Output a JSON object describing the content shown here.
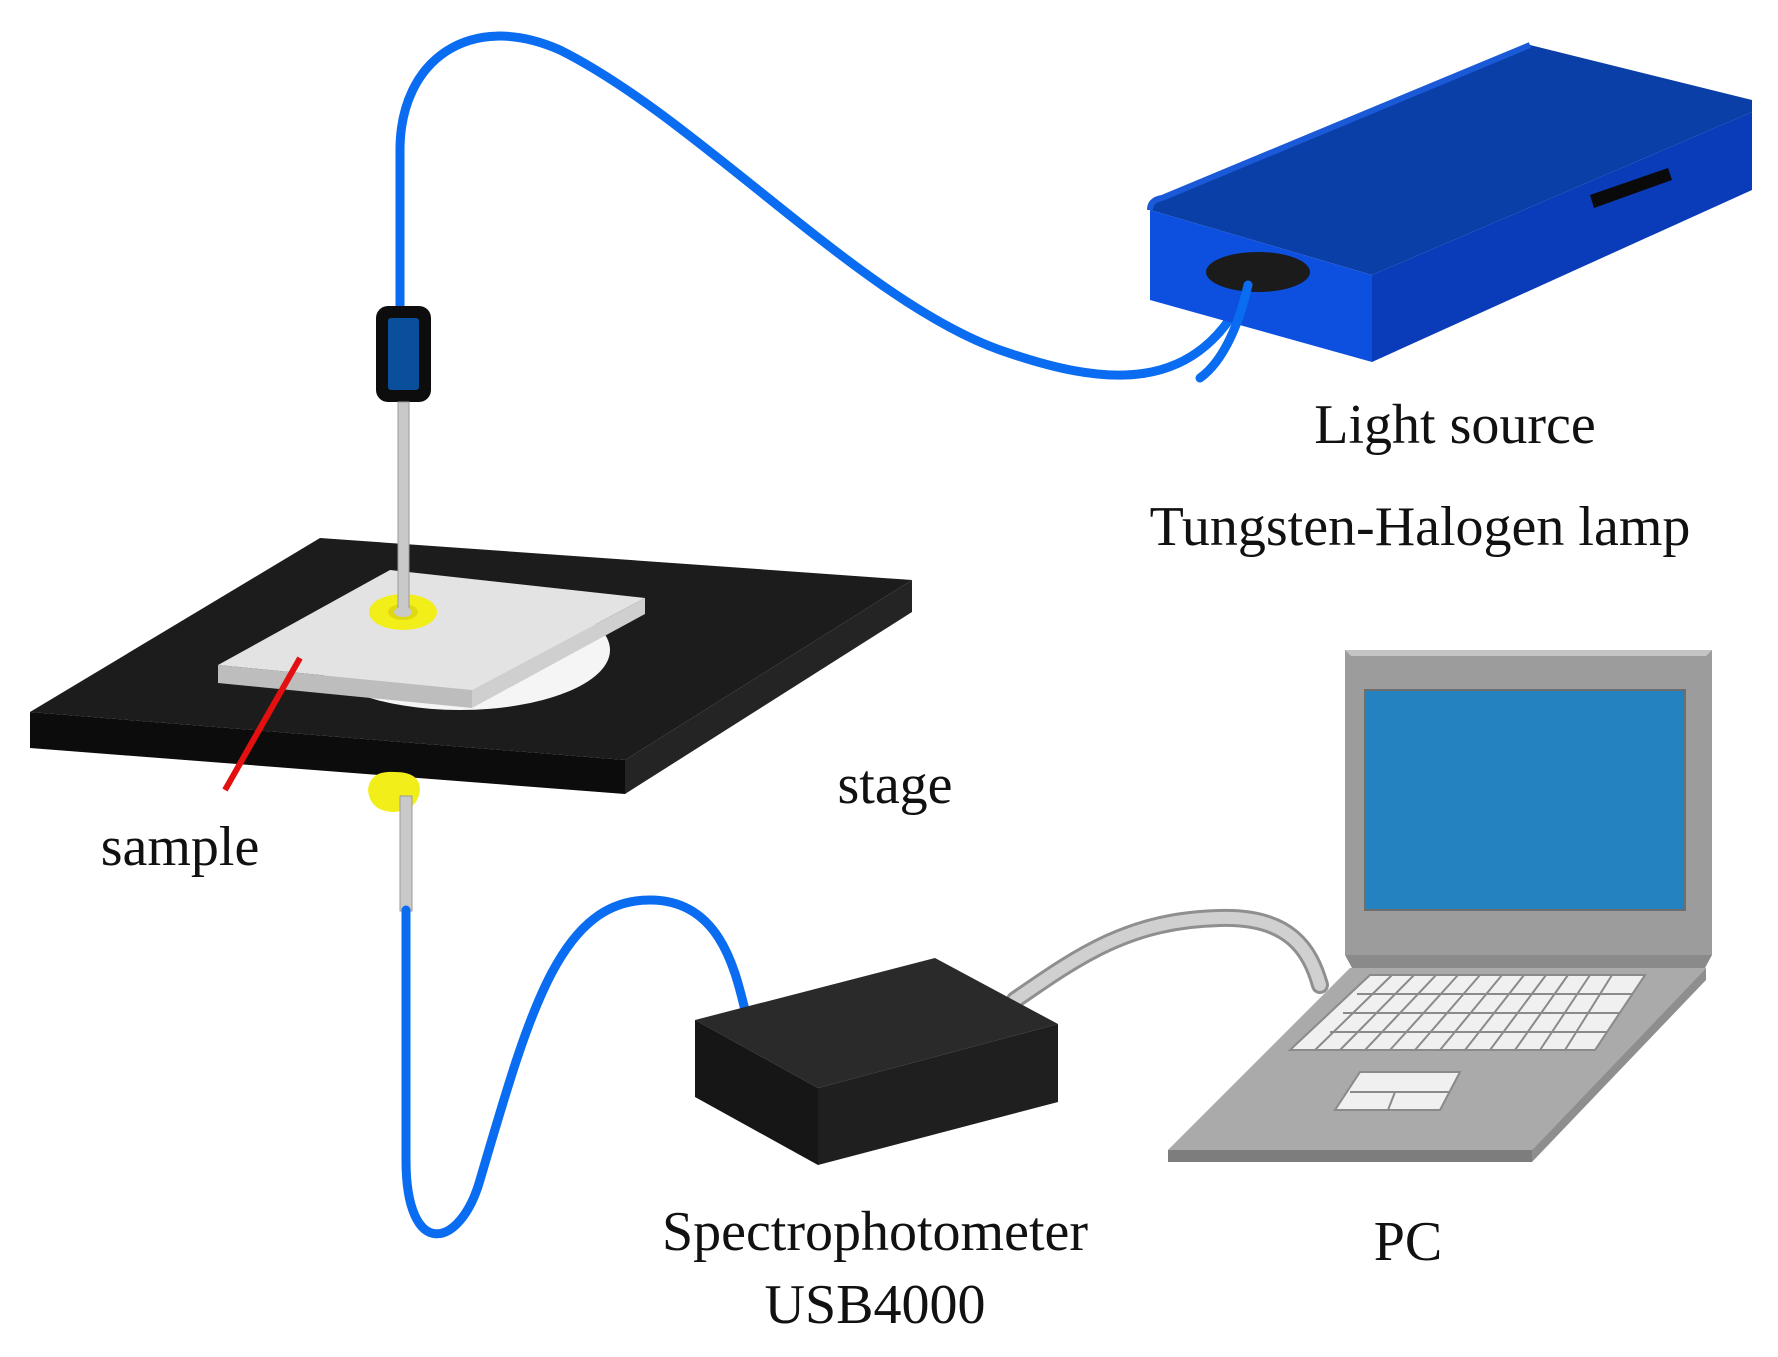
{
  "labels": {
    "light_source_title": "Light source",
    "light_source_subtitle": "Tungsten-Halogen lamp",
    "stage": "stage",
    "sample": "sample",
    "spectrophotometer_title": "Spectrophotometer",
    "spectrophotometer_model": "USB4000",
    "pc": "PC"
  },
  "colors": {
    "fiber": "#0a6cf0",
    "lamp_top": "#0b3fa8",
    "lamp_front": "#0d50e0",
    "lamp_side": "#0a3bb8",
    "stage": "#151515",
    "sample_pointer": "#e41010",
    "probe_ring": "#f2ee1a",
    "laptop_body": "#a8a8a8",
    "laptop_screen": "#2582c0",
    "usb_cable": "#c7c7c7"
  },
  "icons": {
    "light_source": "lamp-box-icon",
    "fiber_connector": "fiber-connector-icon",
    "stage": "sample-stage-icon",
    "spectrophotometer": "spectrometer-box-icon",
    "pc": "laptop-icon"
  }
}
